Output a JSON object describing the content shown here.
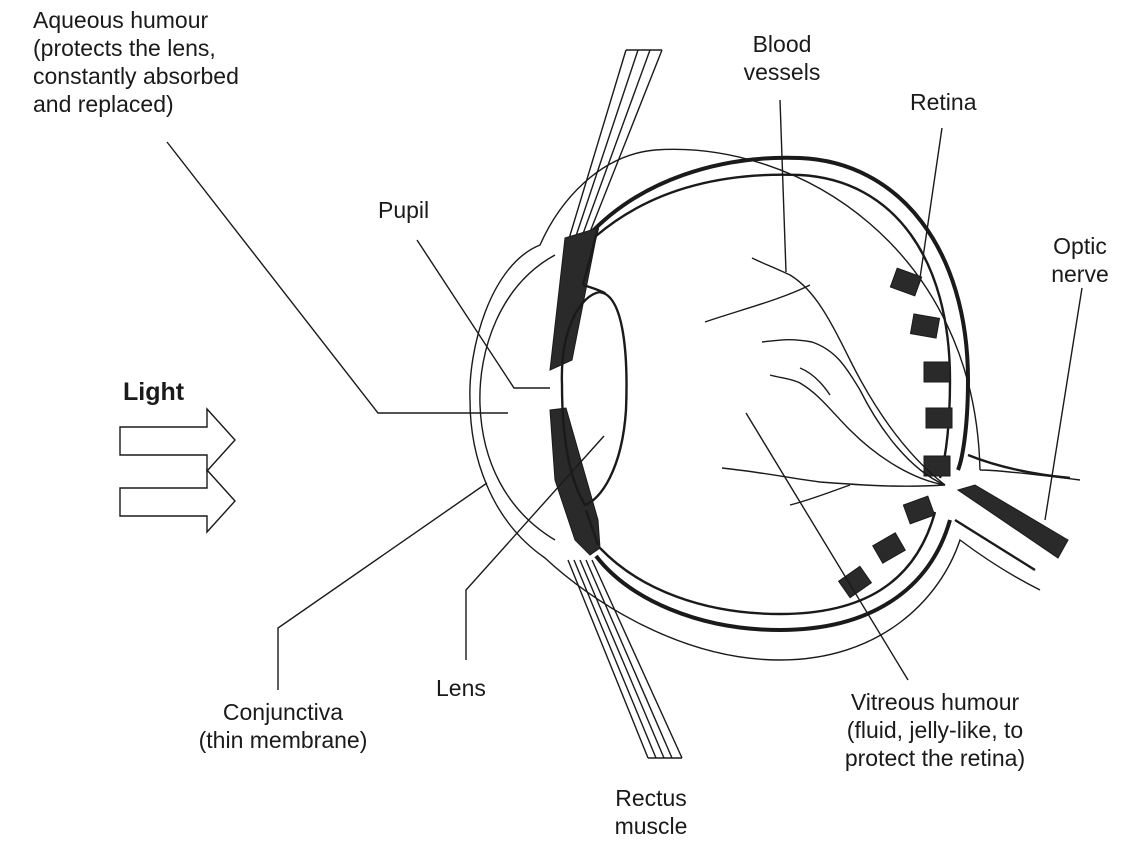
{
  "labels": {
    "aqueous_humour": [
      "Aqueous humour",
      "(protects the lens,",
      "constantly absorbed",
      "and replaced)"
    ],
    "blood_vessels": [
      "Blood",
      "vessels"
    ],
    "retina": "Retina",
    "pupil": "Pupil",
    "optic_nerve": [
      "Optic",
      "nerve"
    ],
    "light": "Light",
    "conjunctiva": [
      "Conjunctiva",
      "(thin membrane)"
    ],
    "lens": "Lens",
    "vitreous_humour": [
      "Vitreous humour",
      "(fluid, jelly-like, to",
      "protect the retina)"
    ],
    "rectus_muscle": [
      "Rectus",
      "muscle"
    ]
  },
  "colors": {
    "ink": "#1a1a1a",
    "fill": "#2a2a2a",
    "background": "#ffffff"
  }
}
